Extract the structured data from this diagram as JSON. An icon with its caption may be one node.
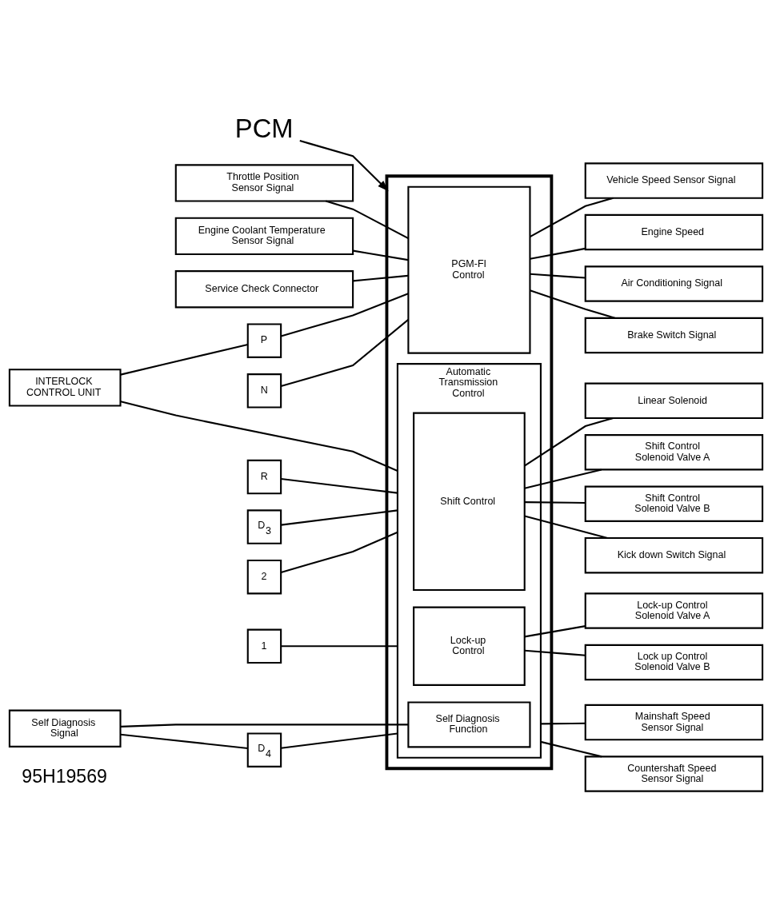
{
  "diagram": {
    "nodes": [
      {
        "text": [
          "PCM"
        ]
      },
      {
        "text": [
          "Throttle Position Sensor Signal"
        ]
      },
      {
        "text": [
          "Engine Coolant Temperature Sensor Signal"
        ]
      },
      {
        "text": [
          "Service Check Connector"
        ]
      },
      {
        "text": [
          "P"
        ]
      },
      {
        "text": [
          "R"
        ]
      },
      {
        "text": [
          "N"
        ]
      },
      {
        "text": [
          "D$_{3}$"
        ]
      },
      {
        "text": [
          "2"
        ]
      },
      {
        "text": [
          "1"
        ]
      },
      {
        "text": [
          "INTERLOCK CONTROL UNIT"
        ]
      },
      {
        "text": [
          "D$_{4}$"
        ]
      },
      {
        "text": [
          "Self Diagnosis Signal"
        ]
      },
      {
        "text": [],
        "shape": "box"
      },
      {
        "text": [
          "PGM-FI Control"
        ],
        "in": 13
      },
      {
        "text": [
          "Automatic Transmission Control"
        ],
        "in": 13
      },
      {
        "text": [
          "Shift Control"
        ],
        "in": 15
      },
      {
        "text": [
          "Lock-up Control"
        ],
        "in": 15
      },
      {
        "text": [
          "Self Diagnosis Function"
        ],
        "in": 15
      },
      {
        "text": [
          "Vehicle Speed Sensor Signal"
        ]
      },
      {
        "text": [
          "Engine Speed"
        ]
      },
      {
        "text": [
          "Air Conditioning Signal"
        ]
      },
      {
        "text": [
          "Brake Switch Signal"
        ]
      },
      {
        "text": [
          "Linear Solenoid"
        ]
      },
      {
        "text": [
          "Shift Control Solenoid Valve A"
        ]
      },
      {
        "text": [
          "Shift Control Solenoid Valve B"
        ]
      },
      {
        "text": [
          "Kick down Switch Signal"
        ]
      },
      {
        "text": [
          "Lock-up Control Solenoid Valve A"
        ]
      },
      {
        "text": [
          "Lock up Control Solenoid Valve B"
        ]
      },
      {
        "text": [
          "Mainshaft Speed Sensor Signal"
        ]
      },
      {
        "text": [
          "Countershaft Speed Sensor Signal"
        ]
      }
    ],
    "edges": [
      {
        "from": 0,
        "to": 13,
        "arrow": "to"
      },
      {
        "from": 1,
        "to": 14,
        "arrow": "none"
      },
      {
        "from": 2,
        "to": 14,
        "arrow": "none"
      },
      {
        "from": 3,
        "to": 14,
        "arrow": "none"
      },
      {
        "from": 4,
        "to": 14,
        "arrow": "none"
      },
      {
        "from": 6,
        "to": 14,
        "arrow": "none"
      },
      {
        "from": 10,
        "to": 4,
        "arrow": "none"
      },
      {
        "from": 5,
        "to": 15,
        "arrow": "none"
      },
      {
        "from": 7,
        "to": 15,
        "arrow": "none"
      },
      {
        "from": 8,
        "to": 15,
        "arrow": "none"
      },
      {
        "from": 9,
        "to": 15,
        "arrow": "none"
      },
      {
        "from": 10,
        "to": 15,
        "arrow": "none"
      },
      {
        "from": 11,
        "to": 15,
        "arrow": "none"
      },
      {
        "from": 12,
        "to": 11,
        "arrow": "none"
      },
      {
        "from": 12,
        "to": 18,
        "arrow": "none"
      },
      {
        "from": 14,
        "to": 19,
        "arrow": "none"
      },
      {
        "from": 14,
        "to": 20,
        "arrow": "none"
      },
      {
        "from": 14,
        "to": 21,
        "arrow": "none"
      },
      {
        "from": 14,
        "to": 22,
        "arrow": "none"
      },
      {
        "from": 16,
        "to": 23,
        "arrow": "none"
      },
      {
        "from": 16,
        "to": 24,
        "arrow": "none"
      },
      {
        "from": 16,
        "to": 25,
        "arrow": "none"
      },
      {
        "from": 16,
        "to": 26,
        "arrow": "none"
      },
      {
        "from": 17,
        "to": 27,
        "arrow": "none"
      },
      {
        "from": 17,
        "to": 28,
        "arrow": "none"
      },
      {
        "from": 15,
        "to": 29,
        "arrow": "none"
      },
      {
        "from": 15,
        "to": 30,
        "arrow": "none"
      }
    ],
    "labels": [
      "95H19569"
    ]
  }
}
